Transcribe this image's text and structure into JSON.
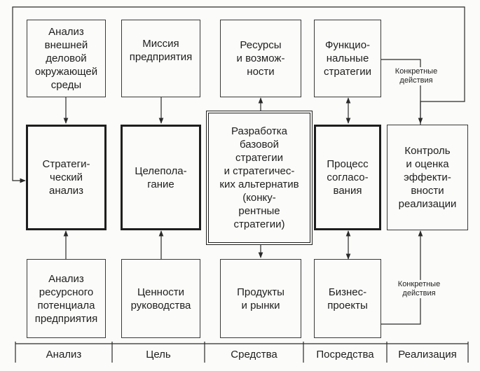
{
  "boxes": {
    "external_env": "Анализ\nвнешней\nделовой\nокружающей\nсреды",
    "mission": "Миссия\nпредприятия",
    "resources": "Ресурсы\nи возмож-\nности",
    "functional": "Функцио-\nнальные\nстратегии",
    "strategic_analysis": "Стратеги-\nческий\nанализ",
    "goal_setting": "Целепола-\nгание",
    "base_strategy": "Разработка\nбазовой\nстратегии\nи стратегичес-\nких альтернатив\n(конку-\nрентные\nстратегии)",
    "coordination": "Процесс\nсогласо-\nвания",
    "control": "Контроль\nи оценка\nэффекти-\nвности\nреализации",
    "resource_potential": "Анализ\nресурсного\nпотенциала\nпредприятия",
    "values": "Ценности\nруководства",
    "products": "Продукты\nи рынки",
    "business_projects": "Бизнес-\nпроекты"
  },
  "labels": {
    "concrete_top": "Конкретные\nдействия",
    "concrete_bottom": "Конкретные\nдействия"
  },
  "axis": [
    "Анализ",
    "Цель",
    "Средства",
    "Посредства",
    "Реализация"
  ]
}
